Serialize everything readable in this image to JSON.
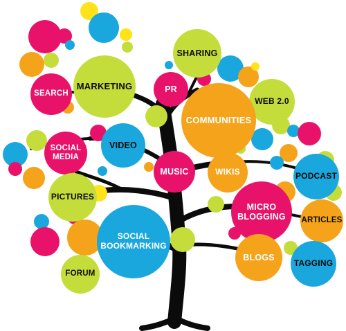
{
  "colors": {
    "pink": "#e8126a",
    "green": "#c4dd3b",
    "blue": "#1aa7dd",
    "orange": "#f5a31b",
    "yellow": "#ffe31a",
    "trunk": "#0b0b0b"
  },
  "nodes": {
    "marketing": "MARKETING",
    "search": "SEARCH",
    "sharing": "SHARING",
    "pr": "PR",
    "web20": "WEB 2.0",
    "communities": "COMMUNITIES",
    "social_media": "SOCIAL\nMEDIA",
    "video": "VIDEO",
    "music": "MUSIC",
    "wikis": "WIKIS",
    "podcast": "PODCAST",
    "pictures": "PICTURES",
    "micro_blogging": "MICRO\nBLOGGING",
    "articles": "ARTICLES",
    "social_bookmarking": "SOCIAL\nBOOKMARKING",
    "blogs": "BLOGS",
    "tagging": "TAGGING",
    "forum": "FORUM"
  }
}
